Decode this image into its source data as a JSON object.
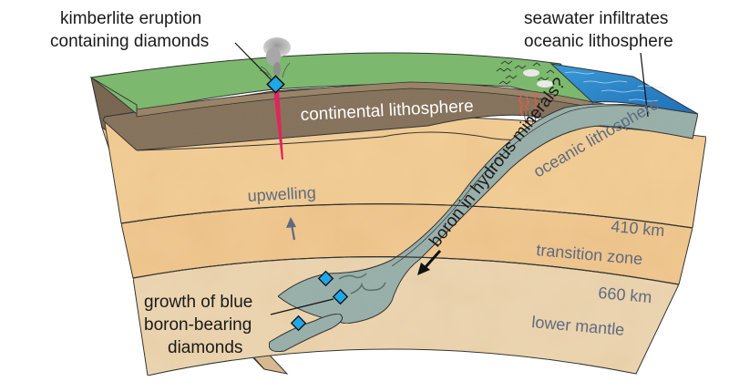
{
  "diagram": {
    "title": "Subduction and blue boron-bearing diamond formation cross-section",
    "colors": {
      "land_surface": "#7cb86e",
      "continental_lithosphere": "#8b7760",
      "upper_mantle": "#f2cd96",
      "transition_zone": "#f0c992",
      "lower_mantle": "#ecd7b3",
      "ocean": "#2f8fd0",
      "oceanic_slab": "#9db4ae",
      "diamond": "#1fa7e8",
      "kimberlite_dike": "#e0245e",
      "gray_label": "#5e6a80",
      "black_label": "#1a1a1a"
    },
    "callouts": {
      "kimberlite": [
        "kimberlite eruption",
        "containing diamonds"
      ],
      "seawater": [
        "seawater infiltrates",
        "oceanic lithosphere"
      ],
      "growth": [
        "growth of blue",
        "boron-bearing",
        "diamonds"
      ]
    },
    "layer_labels": {
      "continental": "continental lithosphere",
      "oceanic": "oceanic lithosphere",
      "upwelling": "upwelling",
      "km410": "410 km",
      "transition": "transition zone",
      "km660": "660 km",
      "lower_mantle": "lower mantle"
    },
    "slab_label": "boron in hydrous minerals?",
    "icons": [
      "diamond-icon",
      "eruption-plume-icon",
      "upwelling-arrow-icon",
      "subduction-arrow-icon",
      "vegetation-icon",
      "hydrothermal-fracture-icon"
    ]
  }
}
